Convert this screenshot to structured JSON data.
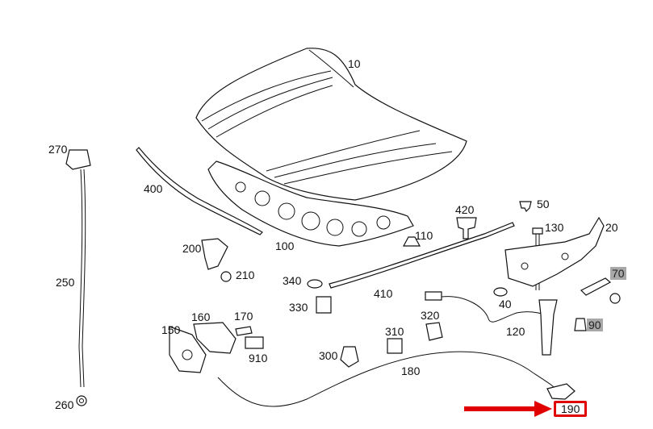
{
  "callouts": {
    "p10": "10",
    "p20": "20",
    "p40": "40",
    "p50": "50",
    "p70": "70",
    "p90": "90",
    "p100": "100",
    "p110": "110",
    "p120": "120",
    "p130": "130",
    "p150": "150",
    "p160": "160",
    "p170": "170",
    "p180": "180",
    "p190": "190",
    "p200": "200",
    "p210": "210",
    "p250": "250",
    "p260": "260",
    "p270": "270",
    "p300": "300",
    "p310": "310",
    "p320": "320",
    "p330": "330",
    "p340": "340",
    "p400": "400",
    "p410": "410",
    "p420": "420",
    "p910": "910"
  },
  "highlight": {
    "part": "190",
    "arrow_color": "#e00000",
    "box_color": "#e00000"
  },
  "shaded_callouts": [
    "70",
    "90"
  ]
}
